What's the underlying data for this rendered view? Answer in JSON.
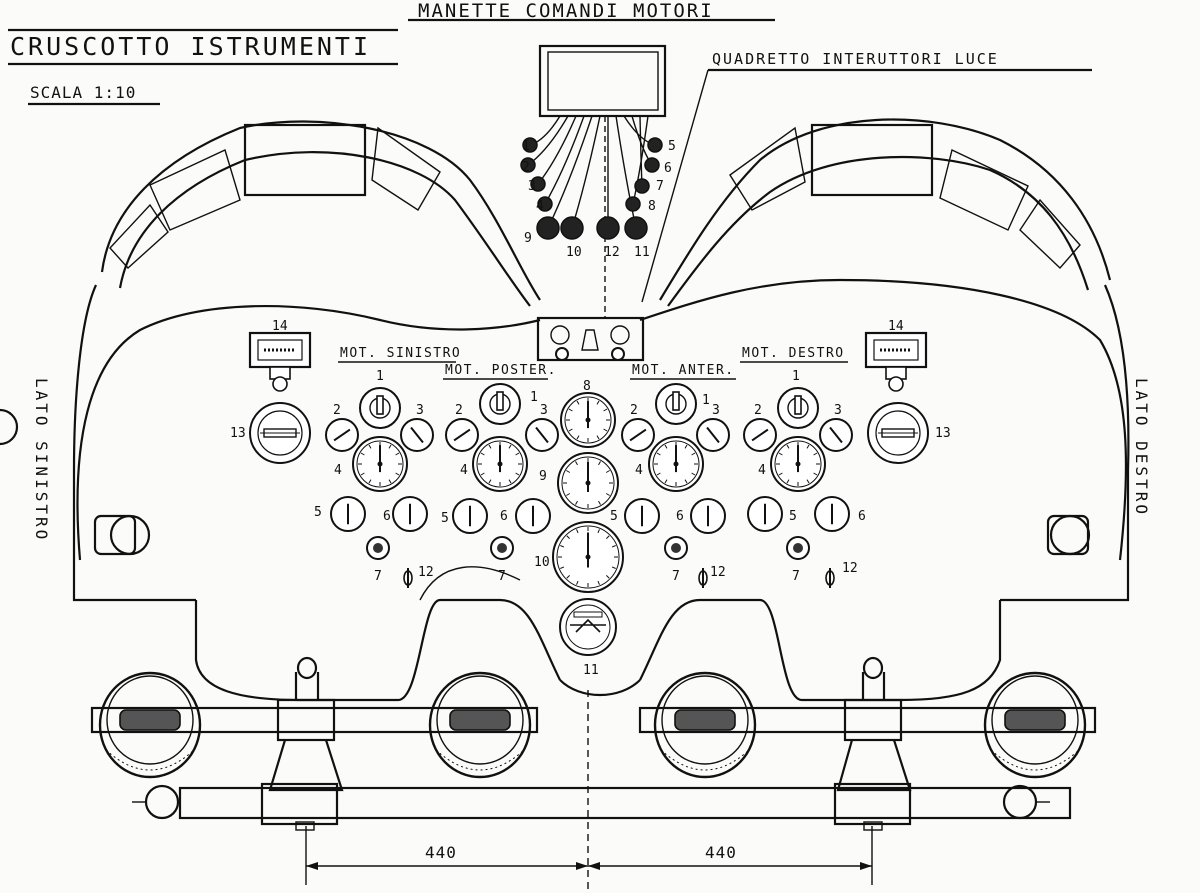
{
  "titles": {
    "main": "CRUSCOTTO ISTRUMENTI",
    "scale": "SCALA 1:10",
    "throttles": "MANETTE COMANDI MOTORI",
    "switches": "QUADRETTO INTERUTTORI LUCE",
    "left_side": "LATO SINISTRO",
    "right_side": "LATO DESTRO"
  },
  "groups": {
    "left_engine": "MOT. SINISTRO",
    "rear_engine": "MOT. POSTER.",
    "front_engine": "MOT. ANTER.",
    "right_engine": "MOT. DESTRO"
  },
  "numbers": {
    "n1": "1",
    "n2": "2",
    "n3": "3",
    "n4": "4",
    "n5": "5",
    "n6": "6",
    "n7": "7",
    "n8": "8",
    "n9": "9",
    "n10": "10",
    "n11": "11",
    "n12": "12",
    "n13": "13",
    "n14": "14"
  },
  "dimensions": {
    "left": "440",
    "right": "440"
  }
}
